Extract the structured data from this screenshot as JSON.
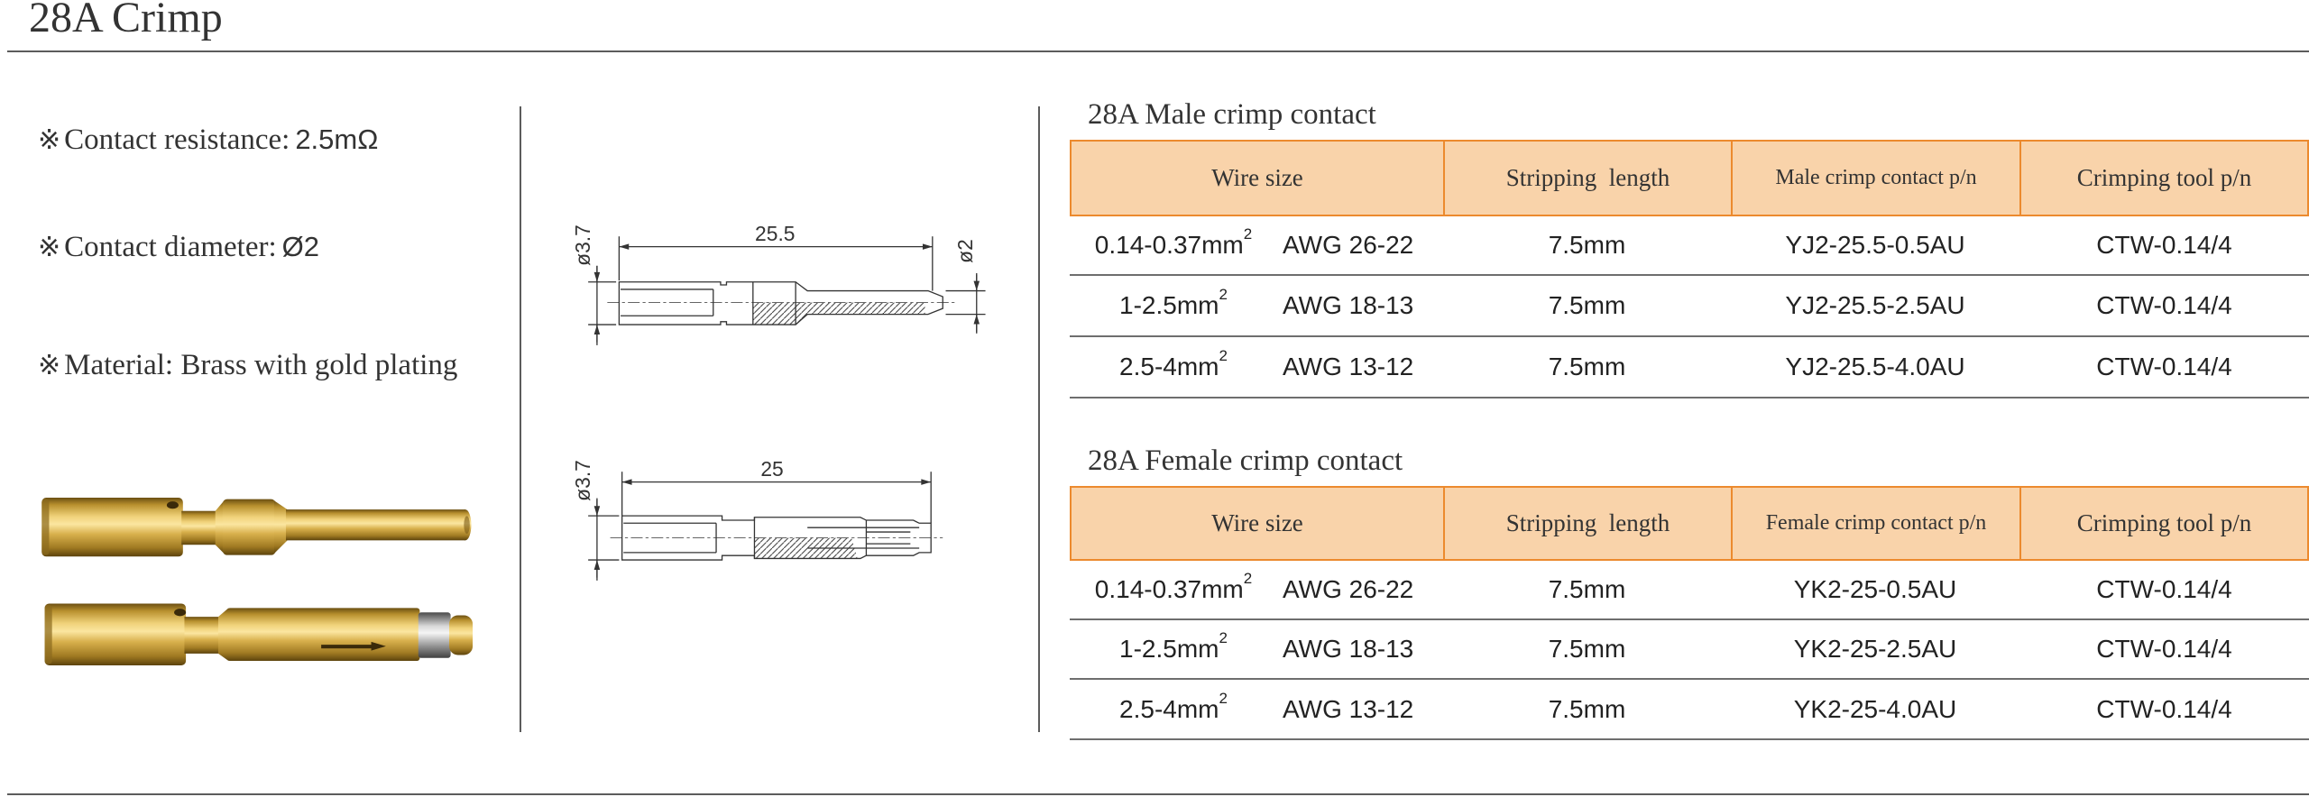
{
  "header": {
    "title": "28A Crimp"
  },
  "specs": {
    "bullet": "※",
    "resistance_label": "Contact resistance:",
    "resistance_value": "2.5mΩ",
    "diameter_label": "Contact diameter:",
    "diameter_value": "Ø2",
    "material_label": "Material: Brass with gold plating"
  },
  "drawings": {
    "male": {
      "length": "25.5",
      "body_diameter": "ø3.7",
      "tip_diameter": "ø2"
    },
    "female": {
      "length": "25",
      "body_diameter": "ø3.7"
    }
  },
  "tables": [
    {
      "title": "28A Male crimp contact",
      "headers": [
        "Wire size",
        "Stripping  length",
        "Male crimp contact p/n",
        "Crimping tool p/n"
      ],
      "rows": [
        {
          "size": "0.14-0.37mm",
          "sup": "2",
          "awg": "AWG 26-22",
          "strip": "7.5mm",
          "pn": "YJ2-25.5-0.5AU",
          "tool": "CTW-0.14/4"
        },
        {
          "size": "1-2.5mm",
          "sup": "2",
          "awg": "AWG 18-13",
          "strip": "7.5mm",
          "pn": "YJ2-25.5-2.5AU",
          "tool": "CTW-0.14/4"
        },
        {
          "size": "2.5-4mm",
          "sup": "2",
          "awg": "AWG 13-12",
          "strip": "7.5mm",
          "pn": "YJ2-25.5-4.0AU",
          "tool": "CTW-0.14/4"
        }
      ]
    },
    {
      "title": "28A Female crimp contact",
      "headers": [
        "Wire size",
        "Stripping  length",
        "Female crimp contact p/n",
        "Crimping tool p/n"
      ],
      "rows": [
        {
          "size": "0.14-0.37mm",
          "sup": "2",
          "awg": "AWG 26-22",
          "strip": "7.5mm",
          "pn": "YK2-25-0.5AU",
          "tool": "CTW-0.14/4"
        },
        {
          "size": "1-2.5mm",
          "sup": "2",
          "awg": "AWG 18-13",
          "strip": "7.5mm",
          "pn": "YK2-25-2.5AU",
          "tool": "CTW-0.14/4"
        },
        {
          "size": "2.5-4mm",
          "sup": "2",
          "awg": "AWG 13-12",
          "strip": "7.5mm",
          "pn": "YK2-25-4.0AU",
          "tool": "CTW-0.14/4"
        }
      ]
    }
  ],
  "colors": {
    "table_header_bg": "#f9d3aa",
    "table_header_border": "#ec8a2e",
    "rule": "#5c5c5c",
    "contact_gold": "#e3bf62"
  }
}
